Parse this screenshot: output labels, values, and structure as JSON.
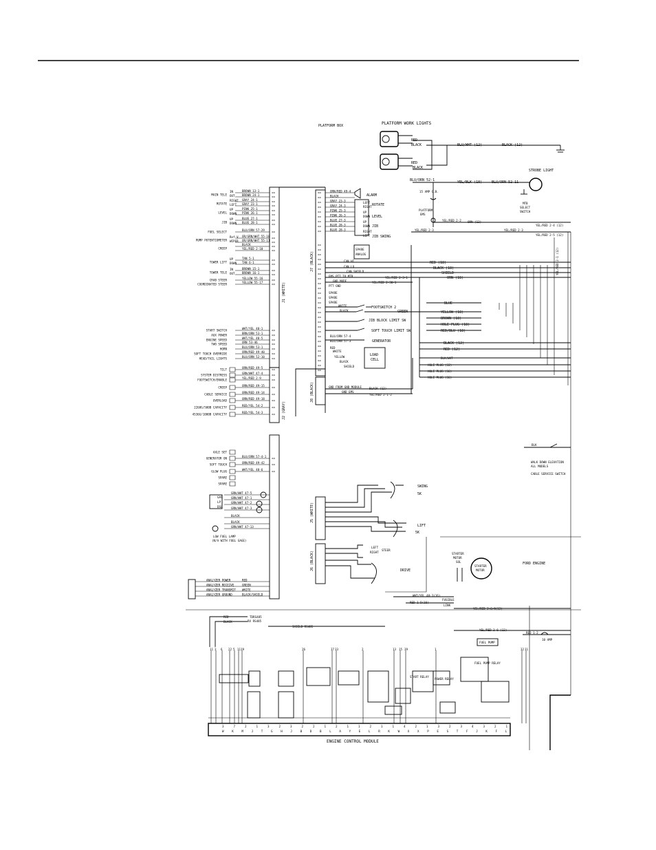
{
  "diagram": {
    "top_labels": {
      "platform_box": "PLATFORM BOX",
      "platform_work_lights": "PLATFORM WORK LIGHTS",
      "strobe_light": "STROBE LIGHT",
      "mtb_select_switch": [
        "MTB",
        "SELECT",
        "SWITCH"
      ],
      "platform_ems": [
        "PLATFORM",
        "EMS"
      ],
      "fuse_15a": "15 AMP C.B.",
      "walk_down": [
        "WALK DOWN ELEVATION",
        "ALL MODELS"
      ],
      "cable_service_switch": "CABLE SERVICE SWITCH",
      "ford_engine": "FORD ENGINE",
      "starter_motor_sol": [
        "STARTER",
        "MOTOR",
        "SOL"
      ],
      "starter_motor": [
        "STARTER",
        "MOTOR"
      ],
      "fusible_link": [
        "FUSIBLE",
        "LINK"
      ],
      "fuel_pump": "FUEL PUMP",
      "fuse_10a": "10 AMP",
      "ecm": "ENGINE CONTROL MODULE",
      "shield_rs485": "SHIELD RS485",
      "tdrs485": [
        "TDRS485",
        "RX RS485"
      ]
    },
    "connectors": {
      "j1": "J1 (WHITE)",
      "j2": "J2 (GRAY)",
      "j7": "J7 (BLACK)",
      "j8": "J8 (BLACK)",
      "j5": "J5 (WHITE)",
      "j6": "J6 (BLACK)"
    },
    "left_functions": [
      {
        "label": "MAIN TELE",
        "dir": [
          "IN",
          "OUT"
        ],
        "wires": [
          "BROWN 13-1",
          "BROWN 24-1"
        ]
      },
      {
        "label": "ROTATE",
        "dir": [
          "RIGHT",
          "LEFT"
        ],
        "wires": [
          "GRAY 24-1",
          "GRAY 23-1"
        ]
      },
      {
        "label": "LEVEL",
        "dir": [
          "UP",
          "DOWN"
        ],
        "wires": [
          "PINK 25-1",
          "PINK 26-1"
        ]
      },
      {
        "label": "JIB",
        "dir": [
          "UP",
          "DOWN"
        ],
        "wires": [
          "BLUE 27-1",
          "BLUE 28-1"
        ]
      },
      {
        "label": "FUEL SELECT",
        "dir": [],
        "wires": [
          "BLU/ORN 57-29"
        ]
      },
      {
        "label": "PUMP POTENTIOMETER",
        "dir": [
          "Ref V",
          "WIPER"
        ],
        "wires": [
          "OR/GRN/WHT 55-10",
          "OR/GRN/WHT 55-11"
        ]
      },
      {
        "label": "CREEP",
        "dir": [],
        "wires": [
          "BLACK",
          "YEL/RED 2-10"
        ]
      },
      {
        "label": "TOWER LIFT",
        "dir": [
          "UP",
          "DOWN"
        ],
        "wires": [
          "TAN 5-1",
          "TAN 6-1"
        ]
      },
      {
        "label": "TOWER TELE",
        "dir": [
          "IN",
          "OUT"
        ],
        "wires": [
          "BROWN 15-1",
          "BROWN 16-1"
        ]
      },
      {
        "label": "CRAB STEER",
        "dir": [],
        "wires": [
          "YELLOW 55-16"
        ]
      },
      {
        "label": "COORDINATED STEER",
        "dir": [],
        "wires": [
          "YELLOW 55-17"
        ]
      },
      {
        "label": "START SWITCH",
        "dir": [],
        "wires": [
          "WHT/YEL 48-1"
        ]
      },
      {
        "label": "AUX POWER",
        "dir": [],
        "wires": [
          "BRN/ORN 53-1"
        ]
      },
      {
        "label": "ENGINE SPEED",
        "dir": [],
        "wires": [
          "WHT/YEL 48-5"
        ]
      },
      {
        "label": "TWO SPEED",
        "dir": [],
        "wires": [
          "ORN 53-46"
        ]
      },
      {
        "label": "HORN",
        "dir": [],
        "wires": [
          "BLU/ORN 53-1"
        ]
      },
      {
        "label": "SOFT TOUCH OVERRIDE",
        "dir": [],
        "wires": [
          "ORN/RED 49-40"
        ]
      },
      {
        "label": "HEAD/TAIL LIGHTS",
        "dir": [],
        "wires": [
          "BLU/ORN 52-10"
        ]
      },
      {
        "label": "TILT",
        "dir": [],
        "wires": [
          "ORN/RED 49-5"
        ]
      },
      {
        "label": "SYSTEM DISTRESS",
        "dir": [],
        "wires": [
          "GRN/WHT 47-4"
        ]
      },
      {
        "label": "FOOTSWITCH/ENABLE",
        "dir": [],
        "wires": [
          "YEL/RED 2-9"
        ]
      },
      {
        "label": "CREEP",
        "dir": [],
        "wires": [
          "ORN/RED 49-15"
        ]
      },
      {
        "label": "CABLE SERVICE",
        "dir": [],
        "wires": [
          "ORN/RED 49-14"
        ]
      },
      {
        "label": "OVERLOAD",
        "dir": [],
        "wires": [
          "ORN/RED 49-18"
        ]
      },
      {
        "label": "2268G/500B CAPACITY",
        "dir": [],
        "wires": [
          "RED/YEL 54-2"
        ]
      },
      {
        "label": "4536G/1000B CAPACITY",
        "dir": [],
        "wires": [
          "RED/YEL 54-3"
        ]
      },
      {
        "label": "AXLE SET",
        "dir": [],
        "wires": []
      },
      {
        "label": "GENERATOR ON",
        "dir": [],
        "wires": [
          "BLU/ORN 57-4-1"
        ]
      },
      {
        "label": "SOFT TOUCH",
        "dir": [],
        "wires": [
          "ORN/RED 49-42"
        ]
      },
      {
        "label": "GLOW PLUG",
        "dir": [],
        "wires": [
          "WHT/YEL 48-6"
        ]
      },
      {
        "label": "SPARE",
        "dir": [],
        "wires": []
      },
      {
        "label": "SPARE",
        "dir": [],
        "wires": []
      }
    ],
    "fuel_lamps": {
      "lamps": [
        "GAS",
        "LP",
        "DSL"
      ],
      "wires": [
        "GRN/WHT 47-5",
        "GRN/WHT 47-1",
        "GRN/WHT 47-2",
        "GRN/WHT 47-3",
        "BLACK",
        "BLACK",
        "GRN/WHT 47-13"
      ],
      "low_fuel": [
        "LOW FUEL LAMP",
        "(N/A WITH FUEL GAGE)"
      ]
    },
    "analyzer": [
      {
        "label": "ANALYZER POWER",
        "wire": "RED"
      },
      {
        "label": "ANALYZER RECEIVE",
        "wire": "GREEN"
      },
      {
        "label": "ANALYZER TRANSMIT",
        "wire": "WHITE"
      },
      {
        "label": "ANALYZER GROUND",
        "wire": "BLACK/SHIELD"
      }
    ],
    "right_functions": [
      {
        "label": "ALARM",
        "wires": [
          "ORN/RED 49-4",
          "BLACK"
        ]
      },
      {
        "label": "ROTATE",
        "dir": [
          "LEFT",
          "RIGHT"
        ],
        "wires": [
          "GRAY 23-3",
          "GRAY 24-3"
        ]
      },
      {
        "label": "LEVEL",
        "dir": [
          "UP",
          "DOWN"
        ],
        "wires": [
          "PINK 25-3",
          "PINK 26-3"
        ]
      },
      {
        "label": "JIB",
        "dir": [
          "UP",
          "DOWN"
        ],
        "wires": [
          "BLUE 27-3",
          "BLUE 28-3"
        ]
      },
      {
        "label": "JIB SWING",
        "dir": [
          "RIGHT",
          "LEFT"
        ],
        "wires": [
          "BLUE 28-3"
        ]
      }
    ],
    "spare_analog": [
      "SPARE",
      "ANALOG"
    ],
    "can": [
      "CAN HI",
      "CAN LO",
      "CAN SHIELD"
    ],
    "j7_more": [
      "EMS PTT TO MTB",
      "GND MODE",
      "PTT GND"
    ],
    "spares": [
      "SPARE",
      "SPARE",
      "SPARE"
    ],
    "footswitch": "FOOTSWITCH 2",
    "jib_block": "JIB BLOCK LIMIT SW",
    "soft_touch": "SOFT TOUCH LIMIT SW",
    "generator": "GENERATOR",
    "load_cell": [
      "LOAD",
      "CELL"
    ],
    "j7_wires": [
      "WHITE",
      "BLACK",
      "BLU/ORN 57-4",
      "BLU/ORN 57-3",
      "RED",
      "WHITE",
      "YELLOW",
      "BLACK",
      "SHIELD"
    ],
    "gnd_module": [
      "GND FROM GND MODULE",
      "GND EMS"
    ],
    "gnd_wires": [
      "BLACK (12)",
      "YEL/RED 2-1-2"
    ],
    "mid_wires": {
      "blu_wht": "BLU/WHT (12)",
      "black12": "BLACK (12)",
      "yel_blk": "YEL/BLK (18)",
      "blu_orn": "BLU/ORN 52-1",
      "blu_orn2": "BLU/ORN 52-11",
      "yel_red_22": "YEL/RED 2-2",
      "orn": "ORN (12)",
      "yel_red_23": "YEL/RED 2-3",
      "yel_red_24": "YEL/RED 2-4 (12)",
      "yel_red_25": "YEL/RED 2-5 (12)",
      "yel_red_side": "YEL/RED 2-1 (12)",
      "red18": "RED (18)",
      "black18": "BLACK (18)",
      "shield": "SHIELD",
      "orn18": "ORN (18)",
      "yel_red_2301": "YEL/RED 2-30-1",
      "yel_red_231": "YEL/RED 2-3-1",
      "blue": "BLUE",
      "green": "GREEN",
      "yellow18": "YELLOW (18)",
      "brown18": "BROWN (18)",
      "hole_plug18": "HOLE PLUG (18)",
      "red_blu": "RED/BLU (18)",
      "black12b": "BLACK (12)",
      "red12": "RED (12)",
      "blk_wht": "BLK/WHT",
      "hole_plug": [
        "HOLE PLUG (12)",
        "HOLE PLUG (16)",
        "HOLE PLUG (16)"
      ],
      "blk": "BLK"
    },
    "joysticks": {
      "swing": [
        "SWING",
        "5K"
      ],
      "lift": [
        "LIFT",
        "5K"
      ],
      "steer": [
        "LEFT",
        "RIGHT",
        "STEER"
      ],
      "drive": "DRIVE"
    },
    "engine_wires": {
      "wht_yel": "WHT/YEL 48-3(16)",
      "red_15": "RED 1-5(16)",
      "yel_red_26": "YEL/RED 2-6-9(12)",
      "yel_red_27": "YEL/RED 2-6-(12)",
      "red_12": "RED 1-2",
      "red": "RED",
      "black": "BLACK"
    },
    "relays": [
      "START RELAY",
      "POWER RELAY",
      "FUEL PUMP RELAY"
    ],
    "ecm_pins_top": [
      "11",
      "3",
      "6",
      "22",
      "5",
      "11",
      "19",
      "26",
      "37",
      "33",
      "2",
      "13",
      "15",
      "39",
      "1",
      "32",
      "31"
    ],
    "ecm_pins_bottom": [
      "3",
      "7",
      "2",
      "1",
      "3",
      "2",
      "3",
      "2",
      "2",
      "1",
      "2",
      "1",
      "1",
      "2",
      "1",
      "1",
      "4",
      "2",
      "1",
      "3",
      "2",
      "3",
      "4",
      "3",
      "2",
      "1"
    ],
    "ecm_letters": [
      "W",
      "K",
      "M",
      "J",
      "T",
      "G",
      "H",
      "J",
      "B",
      "D",
      "B",
      "L",
      "A",
      "Y",
      "E",
      "L",
      "R",
      "K",
      "W",
      "X",
      "X",
      "P",
      "E",
      "S",
      "T",
      "F",
      "J",
      "K",
      "F",
      "L"
    ]
  }
}
